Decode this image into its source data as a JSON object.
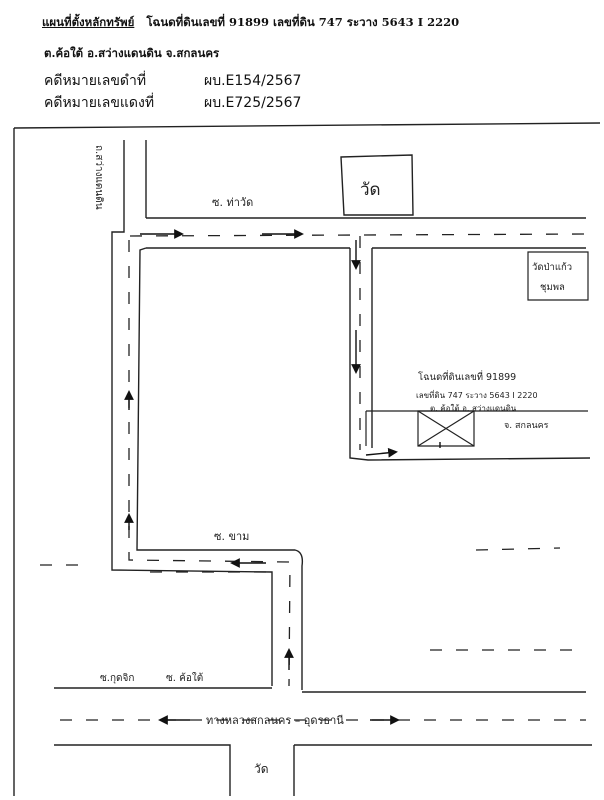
{
  "header": {
    "title": "แผนที่ตั้งหลักทรัพย์",
    "deed_info": "โฉนดที่ดินเลขที่ 91899 เลขที่ดิน 747 ระวาง 5643 I 2220",
    "location": "ต.ค้อใต้ อ.สว่างแดนดิน จ.สกลนคร",
    "black_case_label": "คดีหมายเลขดำที่",
    "black_case_no": "ผบ.E154/2567",
    "red_case_label": "คดีหมายเลขแดงที่",
    "red_case_no": "ผบ.E725/2567"
  },
  "map": {
    "road_left_vertical": "ถ.สว่างแดนดิน",
    "road_top": "ซ. ท่าวัด",
    "temple_top": "วัด",
    "temple_right_line1": "วัดป่าแก้ว",
    "temple_right_line2": "ชุมพล",
    "road_middle": "ซ. ขาม",
    "road_bottom_left": "ซ.กุดจิก",
    "road_bottom_mid": "ซ. ค้อใต้",
    "highway": "ทางหลวงสกลนคร – อุดรธานี",
    "temple_bottom": "วัด",
    "parcel_line1": "โฉนดที่ดินเลขที่ 91899",
    "parcel_line2": "เลขที่ดิน 747 ระวาง 5643 I 2220",
    "parcel_line3": "ต. ค้อใต้ อ. สว่างแดนดิน",
    "parcel_line4": "จ. สกลนคร"
  }
}
